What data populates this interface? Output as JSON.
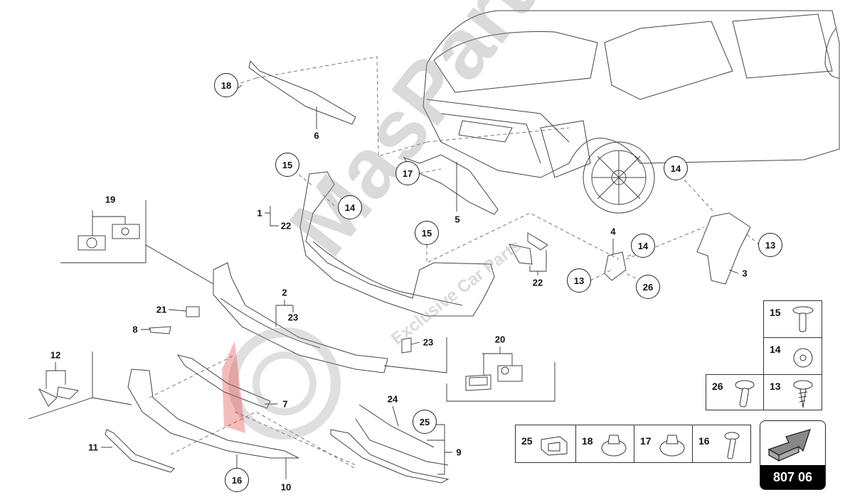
{
  "diagram": {
    "callouts": [
      {
        "label": "18",
        "circled": true
      },
      {
        "label": "6",
        "circled": false
      },
      {
        "label": "15",
        "circled": true
      },
      {
        "label": "14",
        "circled": true
      },
      {
        "label": "17",
        "circled": true
      },
      {
        "label": "5",
        "circled": false
      },
      {
        "label": "19",
        "circled": false
      },
      {
        "label": "1",
        "circled": false
      },
      {
        "label": "22",
        "circled": false
      },
      {
        "label": "15",
        "circled": true
      },
      {
        "label": "14",
        "circled": true
      },
      {
        "label": "13",
        "circled": true
      },
      {
        "label": "4",
        "circled": false
      },
      {
        "label": "14",
        "circled": true
      },
      {
        "label": "13",
        "circled": true
      },
      {
        "label": "26",
        "circled": true
      },
      {
        "label": "3",
        "circled": false
      },
      {
        "label": "22",
        "circled": false
      },
      {
        "label": "2",
        "circled": false
      },
      {
        "label": "23",
        "circled": false
      },
      {
        "label": "21",
        "circled": false
      },
      {
        "label": "8",
        "circled": false
      },
      {
        "label": "23",
        "circled": false
      },
      {
        "label": "20",
        "circled": false
      },
      {
        "label": "12",
        "circled": false
      },
      {
        "label": "7",
        "circled": false
      },
      {
        "label": "24",
        "circled": false
      },
      {
        "label": "25",
        "circled": true
      },
      {
        "label": "9",
        "circled": false
      },
      {
        "label": "11",
        "circled": false
      },
      {
        "label": "16",
        "circled": true
      },
      {
        "label": "10",
        "circled": false
      }
    ],
    "fastener_table": [
      {
        "label": "15",
        "icon": "bolt-icon"
      },
      {
        "label": "14",
        "icon": "nut-icon"
      },
      {
        "label": "26",
        "icon": "bolt-icon"
      },
      {
        "label": "13",
        "icon": "screw-icon"
      },
      {
        "label": "25",
        "icon": "clip-icon"
      },
      {
        "label": "18",
        "icon": "nut-icon"
      },
      {
        "label": "17",
        "icon": "nut-icon"
      },
      {
        "label": "16",
        "icon": "bolt-icon"
      }
    ],
    "diagram_code": "807 06",
    "watermark": {
      "brand": "MasParts",
      "tagline": "Exclusive Car Parts"
    }
  }
}
